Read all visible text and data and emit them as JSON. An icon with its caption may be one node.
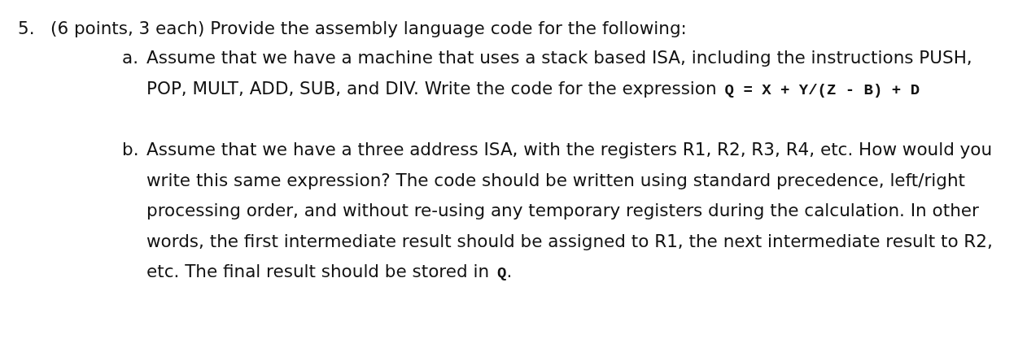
{
  "diagram": {
    "labels": [
      "5.",
      "(6 points, 3 each) Provide the assembly language code for the following:",
      "a.",
      "Assume that we have a machine that uses a stack based ISA, including the instructions PUSH, POP, MULT, ADD, SUB, and DIV. Write the code for the expression",
      "Q = X + Y/(Z - B) + D",
      "b.",
      "Assume that we have a three address ISA, with the registers R1, R2, R3, R4, etc. How would you write this same expression? The code should be written using standard precedence, left/right processing order, and without re-using any temporary registers during the calculation.  In other words, the first intermediate result should be assigned to R1, the next intermediate result to R2, etc. The final result should be stored in",
      "Q",
      "."
    ]
  }
}
